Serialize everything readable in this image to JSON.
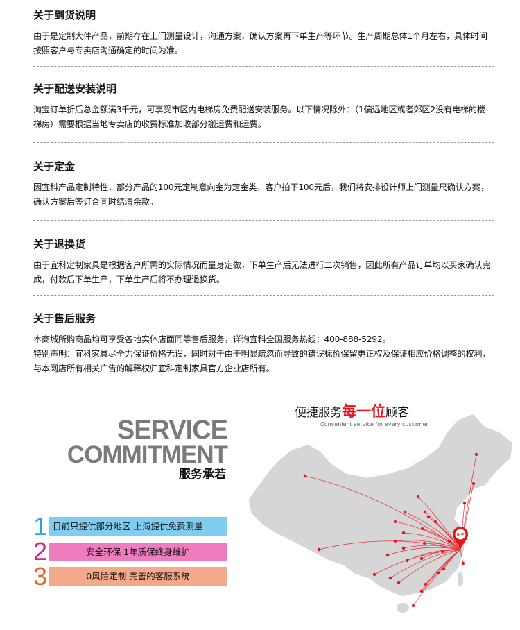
{
  "sections": [
    {
      "title": "关于到货说明",
      "body": "由于是定制大件产品，前期存在上门测量设计，沟通方案，确认方案再下单生产等环节。生产周期总体1个月左右，具体时间按照客户与专卖店沟通确定的时间为准。"
    },
    {
      "title": "关于配送安装说明",
      "body": "淘宝订单折后总金额满3千元，可享受市区内电梯房免费配送安装服务。以下情况除外：（1偏远地区或者郊区2没有电梯的楼梯房）需要根据当地专卖店的收费标准加收部分搬运费和运费。"
    },
    {
      "title": "关于定金",
      "body": "因宜科产品定制特性，部分产品的100元定制意向金为定金类，客户拍下100元后，我们将安排设计师上门测量尺确认方案，确认方案后签订合同时结清余款。"
    },
    {
      "title": "关于退换货",
      "body": "由于宜科定制家具是根据客户所需的实际情况而量身定做，下单生产后无法进行二次销售，因此所有产品订单均以买家确认完成，付款后下单生产，下单生产后将不办理退换货。"
    },
    {
      "title": "关于售后服务",
      "body": "本商城所购商品均可享受各地实体店面同等售后服务，详询宜科全国服务热线：400-888-5292。",
      "body2": "特别声明：宜科家具尽全力保证价格无误，同时对于由于明显疏忽而导致的错误标价保留更正权及保证相应价格调整的权利，与本网店所有相关广告的解释权归宜科定制家具官方企业店所有。"
    }
  ],
  "commitment": {
    "en1": "SERVICE",
    "en2": "COMMITMENT",
    "zh": "服务承若",
    "items": [
      {
        "num": "1",
        "label": "目前只提供部分地区  上海提供免费测量",
        "color": "#7fcdf0",
        "numColor": "#2aa7e0"
      },
      {
        "num": "2",
        "label": "安全环保  1年质保终身维护",
        "color": "#f07cc0",
        "numColor": "#e0207f"
      },
      {
        "num": "3",
        "label": "0风险定制  完善的客服系统",
        "color": "#f3a98a",
        "numColor": "#f06020"
      }
    ]
  },
  "map": {
    "title_a": "便捷服务",
    "title_b": "每一位",
    "title_c": "顾客",
    "subtitle": "Convenient service for every customer",
    "pin_label": "IKE",
    "accent": "#e8141c"
  }
}
